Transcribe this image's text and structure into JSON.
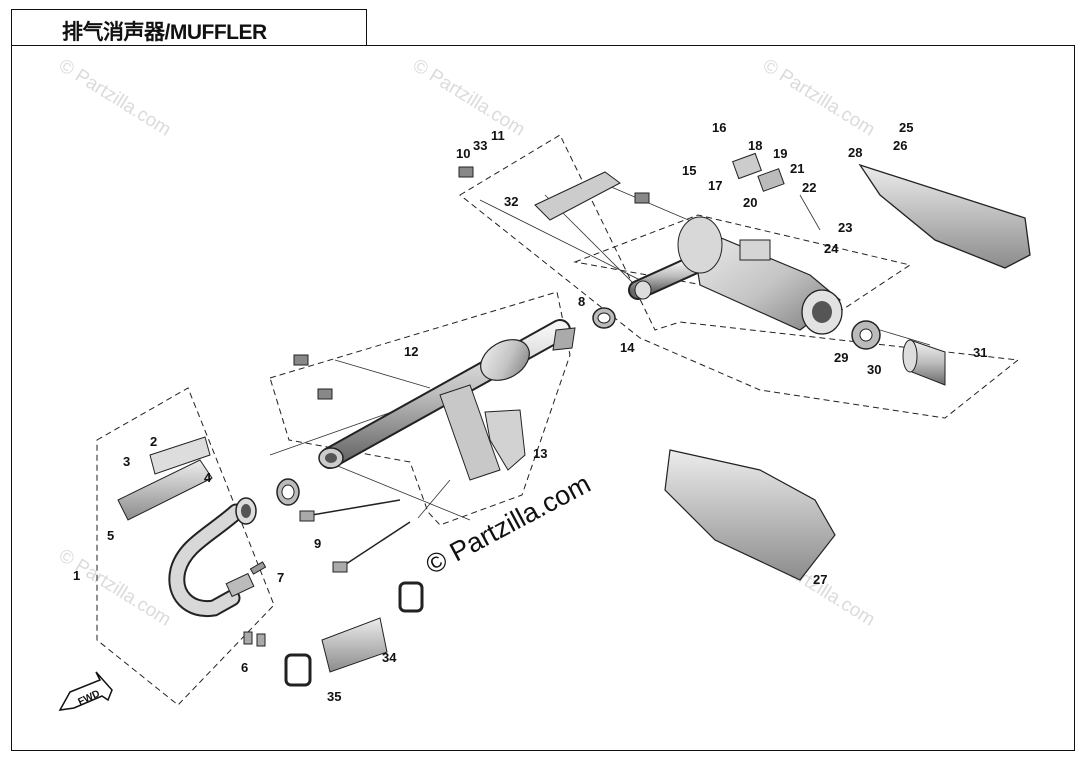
{
  "title": "排气消声器/MUFFLER",
  "watermark_small": "© Partzilla.com",
  "watermark_main": "© Partzilla.com",
  "fwd_label": "FWD",
  "part_labels": [
    "1",
    "2",
    "3",
    "4",
    "5",
    "6",
    "7",
    "8",
    "9",
    "10",
    "11",
    "12",
    "13",
    "14",
    "15",
    "16",
    "17",
    "18",
    "19",
    "20",
    "21",
    "22",
    "23",
    "24",
    "25",
    "26",
    "27",
    "28",
    "29",
    "30",
    "31",
    "32",
    "33",
    "34",
    "35"
  ]
}
